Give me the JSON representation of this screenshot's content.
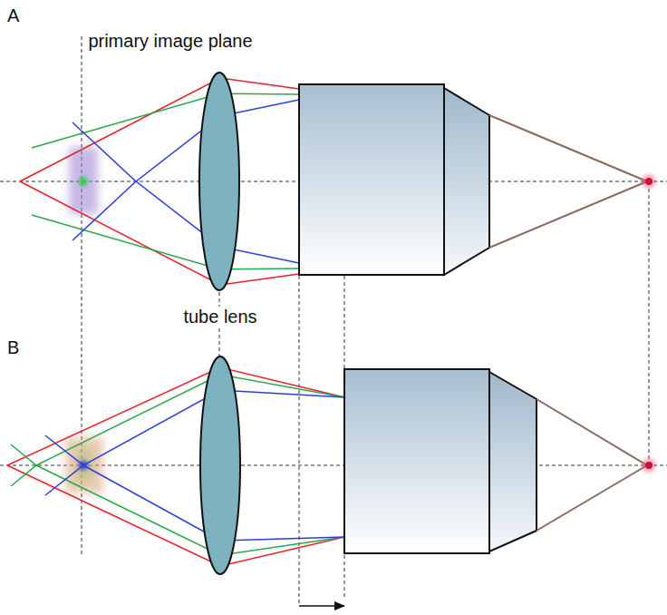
{
  "diagram": {
    "labels": [
      "A",
      "primary image plane",
      "tube lens",
      "B"
    ]
  }
}
